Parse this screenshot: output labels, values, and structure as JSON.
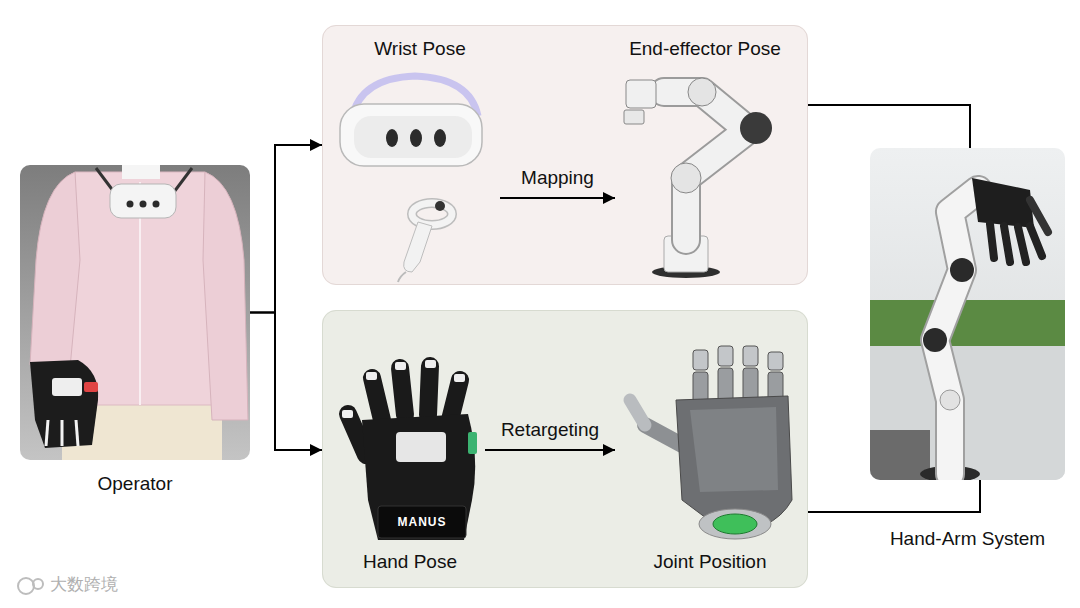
{
  "diagram": {
    "nodes": [
      {
        "text": [
          "Operator"
        ]
      },
      {
        "text": []
      },
      {
        "text": [
          "Wrist Pose"
        ],
        "in": 1
      },
      {
        "text": [
          "End-effector Pose"
        ],
        "in": 1
      },
      {
        "text": []
      },
      {
        "text": [
          "Hand Pose"
        ],
        "in": 4
      },
      {
        "text": [
          "Joint Position"
        ],
        "in": 4
      },
      {
        "text": [
          "Hand-Arm System"
        ]
      }
    ],
    "edges": [
      {
        "from": 0,
        "to": 1,
        "arrow": "to"
      },
      {
        "from": 0,
        "to": 4,
        "arrow": "to"
      },
      {
        "from": 2,
        "to": 3,
        "label": "Mapping",
        "arrow": "to"
      },
      {
        "from": 5,
        "to": 6,
        "label": "Retargeting",
        "arrow": "to"
      },
      {
        "from": 1,
        "to": 7,
        "arrow": "none"
      },
      {
        "from": 4,
        "to": 7,
        "arrow": "none"
      }
    ],
    "labels": [
      "MANUS",
      "大数跨境"
    ]
  }
}
